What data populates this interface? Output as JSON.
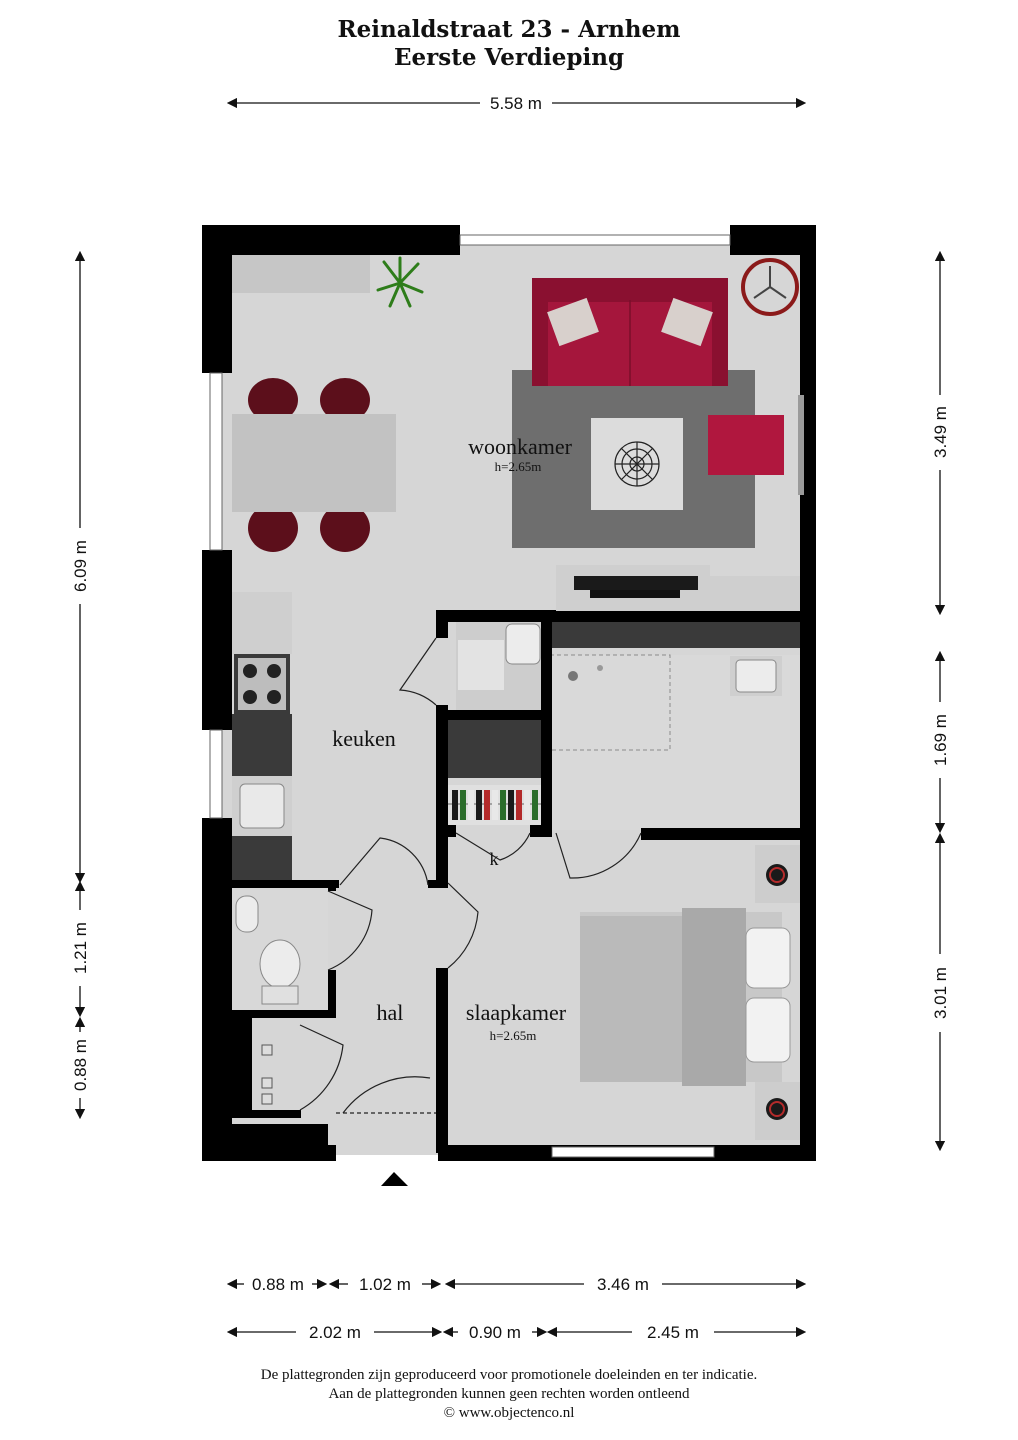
{
  "header": {
    "title": "Reinaldstraat 23 - Arnhem",
    "subtitle": "Eerste Verdieping"
  },
  "rooms": {
    "woonkamer": {
      "name": "woonkamer",
      "height": "h=2.65m"
    },
    "keuken": {
      "name": "keuken"
    },
    "hal": {
      "name": "hal"
    },
    "slaapkamer": {
      "name": "slaapkamer",
      "height": "h=2.65m"
    },
    "kast": {
      "name": "k"
    }
  },
  "dimensions": {
    "top_width": "5.58 m",
    "left_total": "6.09 m",
    "left_mid": "1.21 m",
    "left_bottom": "0.88 m",
    "right_top": "3.49 m",
    "right_mid": "1.69 m",
    "right_bottom": "3.01 m",
    "bottom_row1": [
      "0.88 m",
      "1.02 m",
      "3.46 m"
    ],
    "bottom_row2": [
      "2.02 m",
      "0.90 m",
      "2.45 m"
    ]
  },
  "footer": {
    "line1": "De plattegronden zijn geproduceerd voor promotionele doeleinden en ter indicatie.",
    "line2": "Aan de plattegronden kunnen geen rechten worden ontleend",
    "line3": "© www.objectenco.nl"
  },
  "colors": {
    "wall": "#000000",
    "floor": "#d6d6d6",
    "sofa": "#a5163c",
    "chair": "#5c0f1b",
    "rug": "#6e6e6e",
    "counter": "#3a3a3a"
  },
  "icons": [
    "entrance-arrow-icon",
    "plant-icon",
    "floor-lamp-icon",
    "stove-icon",
    "sink-icon",
    "toilet-icon",
    "bed-icon",
    "nightstand-lamp-icon",
    "tv-icon",
    "shower-icon"
  ]
}
